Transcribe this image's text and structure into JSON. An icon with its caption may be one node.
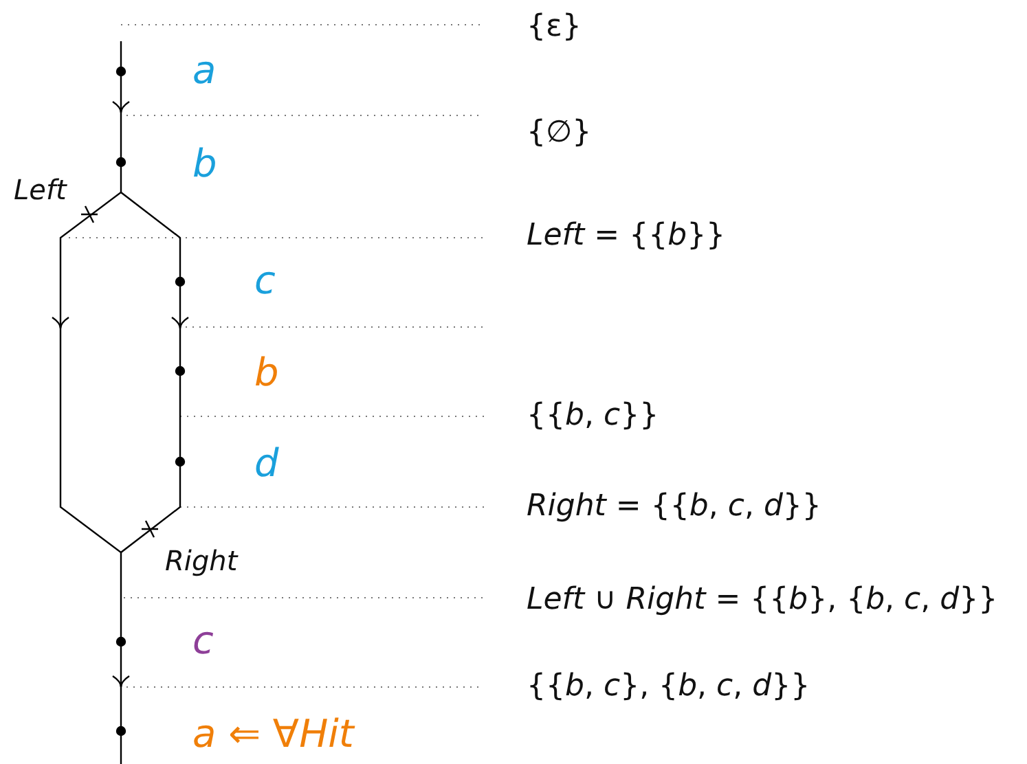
{
  "diagram": {
    "labels": [
      "{ε}",
      "a",
      "{∅}",
      "b",
      "Left",
      "*Left* = {{*b*}}",
      "c",
      "b",
      "{{*b*, *c*}}",
      "d",
      "*Right* = {{*b*, *c*, *d*}}",
      "Right",
      "*Left* ∪ *Right* = {{*b*}, {*b*, *c*, *d*}}",
      "c",
      "{{*b*, *c*}, {*b*, *c*, *d*}}",
      "*a* ⇐ ∀*Hit*"
    ]
  }
}
